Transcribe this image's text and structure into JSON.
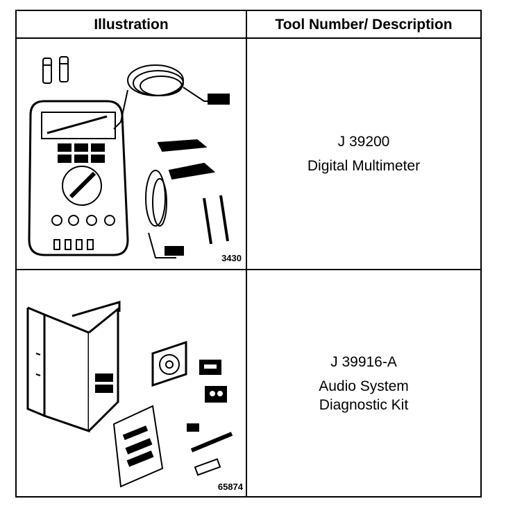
{
  "headers": {
    "illustration": "Illustration",
    "tool": "Tool Number/ Description"
  },
  "rows": [
    {
      "figure_id": "3430",
      "tool_number": "J 39200",
      "description_lines": [
        "Digital Multimeter"
      ],
      "illustration_icon": "digital-multimeter-icon"
    },
    {
      "figure_id": "65874",
      "tool_number": "J 39916-A",
      "description_lines": [
        "Audio System",
        "Diagnostic Kit"
      ],
      "illustration_icon": "audio-diagnostic-kit-icon"
    }
  ]
}
